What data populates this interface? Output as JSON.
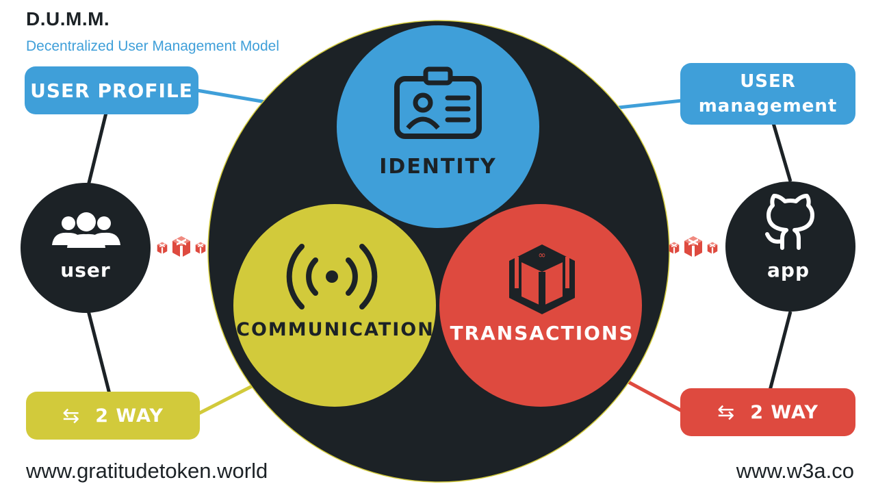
{
  "header": {
    "title": "D.U.M.M.",
    "subtitle": "Decentralized User Management Model"
  },
  "pills": {
    "user_profile": "USER PROFILE",
    "user_management_line1": "USER",
    "user_management_line2": "management",
    "two_way_left": "2 WAY",
    "two_way_right": "2 WAY",
    "arrows_glyph": "⇆"
  },
  "nodes": {
    "user": "user",
    "app": "app"
  },
  "rings": {
    "identity": "IDENTITY",
    "communication": "COMMUNICATION",
    "transactions": "TRANSACTIONS"
  },
  "footer": {
    "left": "www.gratitudetoken.world",
    "right": "www.w3a.co"
  },
  "icons": [
    "id-badge-icon",
    "users-icon",
    "broadcast-icon",
    "gift-box-icon",
    "github-icon",
    "token-icon"
  ],
  "colors": {
    "blue": "#3f9fd9",
    "yellow": "#d2ca3b",
    "red": "#de4a3f",
    "dark": "#1c2226"
  }
}
